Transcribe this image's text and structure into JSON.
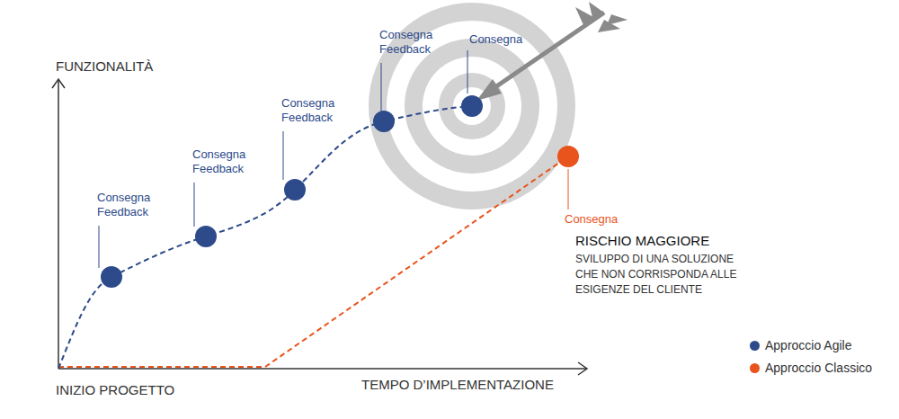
{
  "diagram": {
    "labels": [
      "FUNZIONALITÀ",
      "INIZIO PROGETTO",
      "TEMPO D’IMPLEMENTAZIONE",
      "Consegna Feedback",
      "Consegna Feedback",
      "Consegna Feedback",
      "Consegna Feedback",
      "Consegna",
      "Consegna",
      "RISCHIO MAGGIORE",
      "SVILUPPO DI UNA SOLUZIONE CHE NON CORRISPONDA ALLE ESIGENZE DEL CLIENTE"
    ],
    "legend": [
      {
        "text": "Approccio Agile",
        "color": "#2d4a8a"
      },
      {
        "text": "Approccio Classico",
        "color": "#e8541c"
      }
    ]
  }
}
